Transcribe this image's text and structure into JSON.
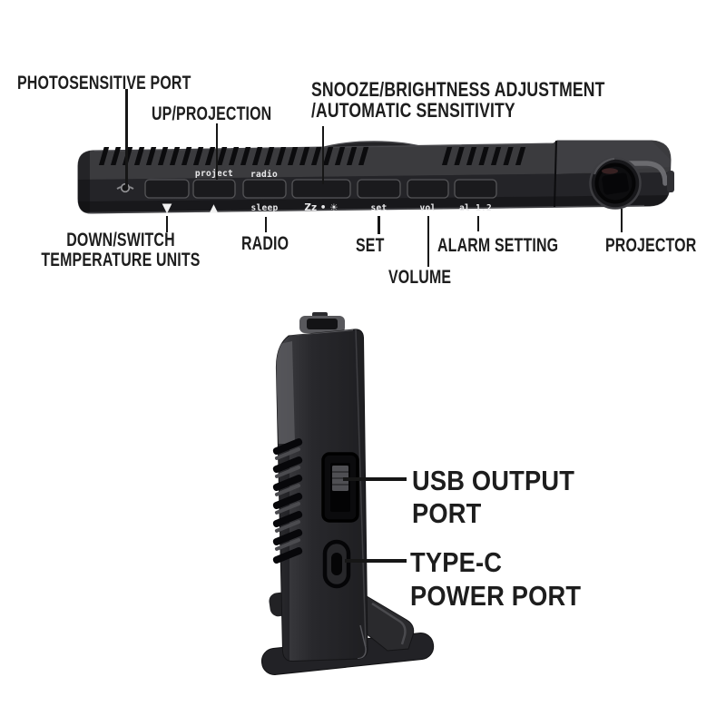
{
  "colors": {
    "background": "#ffffff",
    "annotation_text": "#1d1d1d",
    "callout_line": "#161616",
    "device_body": "#2e2e31",
    "device_face": "#19191c",
    "button_fill": "#1a1a1d",
    "button_border": "#555558",
    "button_text": "#e9e9eb"
  },
  "top_view": {
    "name": "projection alarm clock - top edge view",
    "callouts": {
      "photosensitive": "PHOTOSENSITIVE PORT",
      "up_projection": "UP/PROJECTION",
      "snooze_line1": "SNOOZE/BRIGHTNESS ADJUSTMENT",
      "snooze_line2": "/AUTOMATIC SENSITIVITY",
      "down_line1": "DOWN/SWITCH",
      "down_line2": "TEMPERATURE UNITS",
      "radio": "RADIO",
      "set": "SET",
      "volume": "VOLUME",
      "alarm": "ALARM SETTING",
      "projector": "PROJECTOR"
    },
    "button_labels": {
      "project": "project",
      "radio": "radio",
      "down_glyph": "▼",
      "up_glyph": "▲",
      "sleep": "sleep",
      "snooze": "Zz • ☀",
      "set": "set",
      "vol": "vol",
      "alarm": "al 1.2"
    }
  },
  "side_view": {
    "name": "clock side view with ports",
    "callouts": {
      "usb_line1": "USB OUTPUT",
      "usb_line2": "PORT",
      "typec_line1": "TYPE-C",
      "typec_line2": "POWER PORT"
    }
  }
}
